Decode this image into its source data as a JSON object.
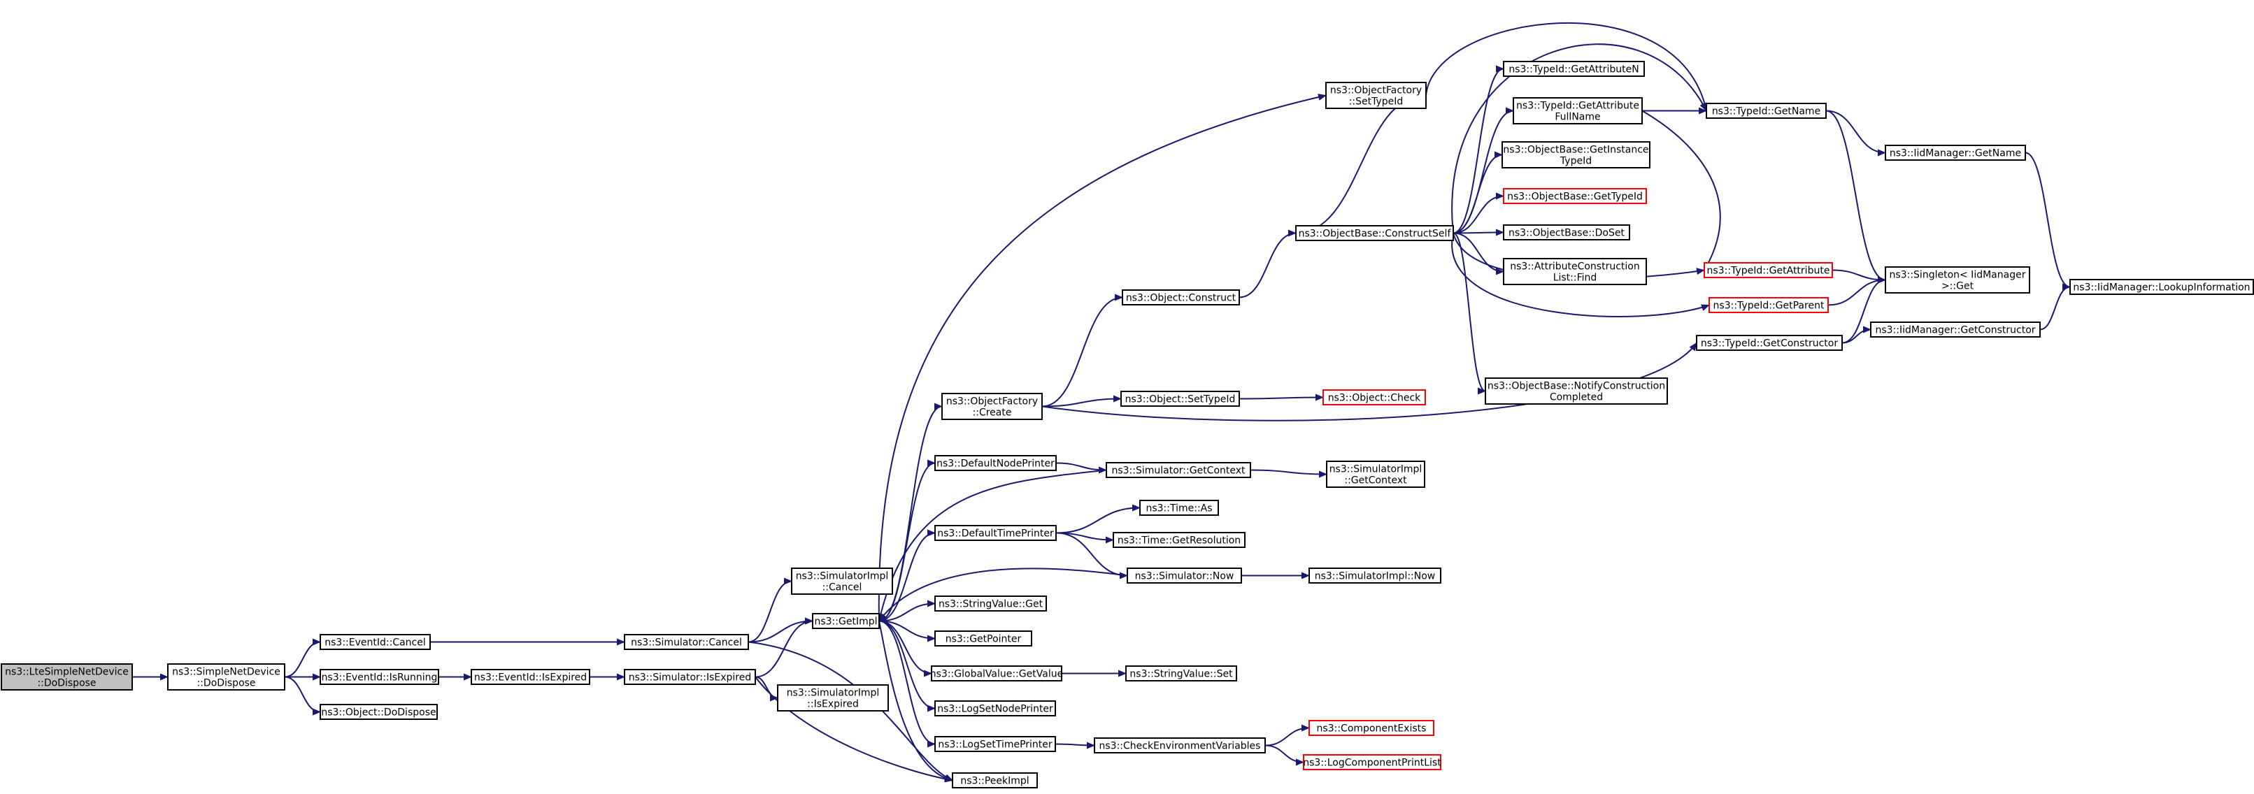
{
  "theme": {
    "edge_color": "#191970",
    "current_fill": "#bfbfbf",
    "error_border": "#ff0000",
    "border": "#000000"
  },
  "nodes": [
    {
      "id": "lte_dodispose",
      "lines": [
        "ns3::LteSimpleNetDevice",
        "::DoDispose"
      ],
      "style": "current"
    },
    {
      "id": "simple_dodispose",
      "lines": [
        "ns3::SimpleNetDevice",
        "::DoDispose"
      ],
      "style": "normal"
    },
    {
      "id": "eventid_cancel",
      "lines": [
        "ns3::EventId::Cancel"
      ],
      "style": "normal"
    },
    {
      "id": "eventid_isrunning",
      "lines": [
        "ns3::EventId::IsRunning"
      ],
      "style": "normal"
    },
    {
      "id": "object_dodispose",
      "lines": [
        "ns3::Object::DoDispose"
      ],
      "style": "normal"
    },
    {
      "id": "eventid_isexpired",
      "lines": [
        "ns3::EventId::IsExpired"
      ],
      "style": "normal"
    },
    {
      "id": "sim_cancel",
      "lines": [
        "ns3::Simulator::Cancel"
      ],
      "style": "normal"
    },
    {
      "id": "sim_isexpired",
      "lines": [
        "ns3::Simulator::IsExpired"
      ],
      "style": "normal"
    },
    {
      "id": "simimpl_cancel",
      "lines": [
        "ns3::SimulatorImpl",
        "::Cancel"
      ],
      "style": "normal"
    },
    {
      "id": "simimpl_isexpired",
      "lines": [
        "ns3::SimulatorImpl",
        "::IsExpired"
      ],
      "style": "normal"
    },
    {
      "id": "getimpl",
      "lines": [
        "ns3::GetImpl"
      ],
      "style": "normal"
    },
    {
      "id": "peekimpl",
      "lines": [
        "ns3::PeekImpl"
      ],
      "style": "normal"
    },
    {
      "id": "of_create",
      "lines": [
        "ns3::ObjectFactory",
        "::Create"
      ],
      "style": "normal"
    },
    {
      "id": "default_node_printer",
      "lines": [
        "ns3::DefaultNodePrinter"
      ],
      "style": "normal"
    },
    {
      "id": "default_time_printer",
      "lines": [
        "ns3::DefaultTimePrinter"
      ],
      "style": "normal"
    },
    {
      "id": "stringvalue_get",
      "lines": [
        "ns3::StringValue::Get"
      ],
      "style": "normal"
    },
    {
      "id": "getpointer",
      "lines": [
        "ns3::GetPointer"
      ],
      "style": "normal"
    },
    {
      "id": "globalvalue_getvalue",
      "lines": [
        "ns3::GlobalValue::GetValue"
      ],
      "style": "normal"
    },
    {
      "id": "logsetnodeprinter",
      "lines": [
        "ns3::LogSetNodePrinter"
      ],
      "style": "normal"
    },
    {
      "id": "logsettimeprinter",
      "lines": [
        "ns3::LogSetTimePrinter"
      ],
      "style": "normal"
    },
    {
      "id": "object_construct",
      "lines": [
        "ns3::Object::Construct"
      ],
      "style": "normal"
    },
    {
      "id": "object_settypeid",
      "lines": [
        "ns3::Object::SetTypeId"
      ],
      "style": "normal"
    },
    {
      "id": "sim_getcontext",
      "lines": [
        "ns3::Simulator::GetContext"
      ],
      "style": "normal"
    },
    {
      "id": "time_as",
      "lines": [
        "ns3::Time::As"
      ],
      "style": "normal"
    },
    {
      "id": "time_getresolution",
      "lines": [
        "ns3::Time::GetResolution"
      ],
      "style": "normal"
    },
    {
      "id": "sim_now",
      "lines": [
        "ns3::Simulator::Now"
      ],
      "style": "normal"
    },
    {
      "id": "stringvalue_set",
      "lines": [
        "ns3::StringValue::Set"
      ],
      "style": "normal"
    },
    {
      "id": "check_env_vars",
      "lines": [
        "ns3::CheckEnvironmentVariables"
      ],
      "style": "normal"
    },
    {
      "id": "object_check",
      "lines": [
        "ns3::Object::Check"
      ],
      "style": "red"
    },
    {
      "id": "simimpl_getcontext",
      "lines": [
        "ns3::SimulatorImpl",
        "::GetContext"
      ],
      "style": "normal"
    },
    {
      "id": "simimpl_now",
      "lines": [
        "ns3::SimulatorImpl::Now"
      ],
      "style": "normal"
    },
    {
      "id": "component_exists",
      "lines": [
        "ns3::ComponentExists"
      ],
      "style": "red"
    },
    {
      "id": "log_component_print_list",
      "lines": [
        "ns3::LogComponentPrintList"
      ],
      "style": "red"
    },
    {
      "id": "of_settypeid",
      "lines": [
        "ns3::ObjectFactory",
        "::SetTypeId"
      ],
      "style": "normal"
    },
    {
      "id": "ob_constructself",
      "lines": [
        "ns3::ObjectBase::ConstructSelf"
      ],
      "style": "normal"
    },
    {
      "id": "typeid_getattributen",
      "lines": [
        "ns3::TypeId::GetAttributeN"
      ],
      "style": "normal"
    },
    {
      "id": "typeid_getattributefullname",
      "lines": [
        "ns3::TypeId::GetAttribute",
        "FullName"
      ],
      "style": "normal"
    },
    {
      "id": "ob_getinstancetypeid",
      "lines": [
        "ns3::ObjectBase::GetInstance",
        "TypeId"
      ],
      "style": "normal"
    },
    {
      "id": "ob_gettypeid",
      "lines": [
        "ns3::ObjectBase::GetTypeId"
      ],
      "style": "red"
    },
    {
      "id": "ob_doset",
      "lines": [
        "ns3::ObjectBase::DoSet"
      ],
      "style": "normal"
    },
    {
      "id": "attr_construction_list_find",
      "lines": [
        "ns3::AttributeConstruction",
        "List::Find"
      ],
      "style": "normal"
    },
    {
      "id": "ob_notifyconstructioncompleted",
      "lines": [
        "ns3::ObjectBase::NotifyConstruction",
        "Completed"
      ],
      "style": "normal"
    },
    {
      "id": "typeid_getname",
      "lines": [
        "ns3::TypeId::GetName"
      ],
      "style": "normal"
    },
    {
      "id": "typeid_getattribute",
      "lines": [
        "ns3::TypeId::GetAttribute"
      ],
      "style": "red"
    },
    {
      "id": "typeid_getparent",
      "lines": [
        "ns3::TypeId::GetParent"
      ],
      "style": "red"
    },
    {
      "id": "typeid_getconstructor",
      "lines": [
        "ns3::TypeId::GetConstructor"
      ],
      "style": "normal"
    },
    {
      "id": "iidmanager_getname",
      "lines": [
        "ns3::IidManager::GetName"
      ],
      "style": "normal"
    },
    {
      "id": "singleton_get",
      "lines": [
        "ns3::Singleton< IidManager",
        " >::Get"
      ],
      "style": "normal"
    },
    {
      "id": "iidmanager_getconstructor",
      "lines": [
        "ns3::IidManager::GetConstructor"
      ],
      "style": "normal"
    },
    {
      "id": "iidmanager_lookupinformation",
      "lines": [
        "ns3::IidManager::LookupInformation"
      ],
      "style": "normal"
    }
  ]
}
